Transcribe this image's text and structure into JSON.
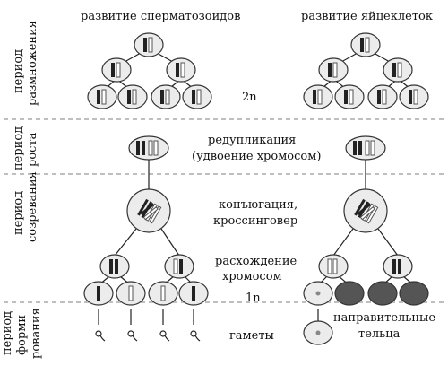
{
  "headers": {
    "sperm": "развитие сперматозоидов",
    "egg": "развитие яйцеклеток"
  },
  "periods": {
    "reproduction": [
      "период",
      "размножения"
    ],
    "growth": [
      "период",
      "роста"
    ],
    "maturation": [
      "период",
      "созревания"
    ],
    "formation": [
      "период",
      "форми-",
      "рования"
    ]
  },
  "labels": {
    "ploidy_2n": "2n",
    "replication_1": "редупликация",
    "replication_2": "(удвоение хромосом)",
    "conjugation_1": "конъюгация,",
    "conjugation_2": "кроссинговер",
    "divergence_1": "расхождение",
    "divergence_2": "хромосом",
    "ploidy_1n": "1n",
    "gametes": "гаметы",
    "polar_1": "направительные",
    "polar_2": "тельца"
  }
}
